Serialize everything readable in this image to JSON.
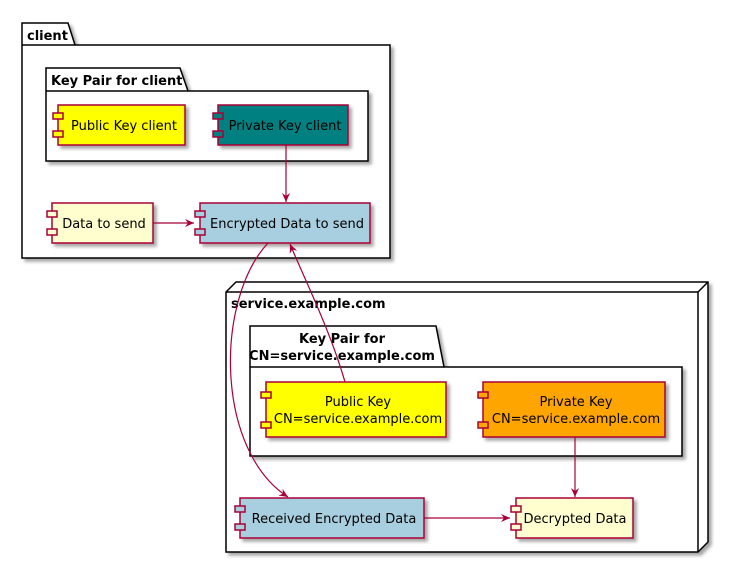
{
  "packages": {
    "client": "client",
    "key_pair_client": "Key Pair for client",
    "service_node": "service.example.com",
    "key_pair_service_line1": "Key Pair for",
    "key_pair_service_line2": "CN=service.example.com"
  },
  "components": {
    "public_key_client": "Public Key client",
    "private_key_client": "Private Key client",
    "data_to_send": "Data to send",
    "encrypted_data_to_send": "Encrypted Data to send",
    "public_key_service_line1": "Public Key",
    "public_key_service_line2": "CN=service.example.com",
    "private_key_service_line1": "Private Key",
    "private_key_service_line2": "CN=service.example.com",
    "received_encrypted_data": "Received Encrypted Data",
    "decrypted_data": "Decrypted Data"
  },
  "colors": {
    "yellow": "#FFFF00",
    "teal": "#008080",
    "orange": "#FFA500",
    "light_yellow": "#FEFECE",
    "light_blue": "#A8CFE0",
    "border": "#A80036",
    "arrow": "#A80036"
  }
}
